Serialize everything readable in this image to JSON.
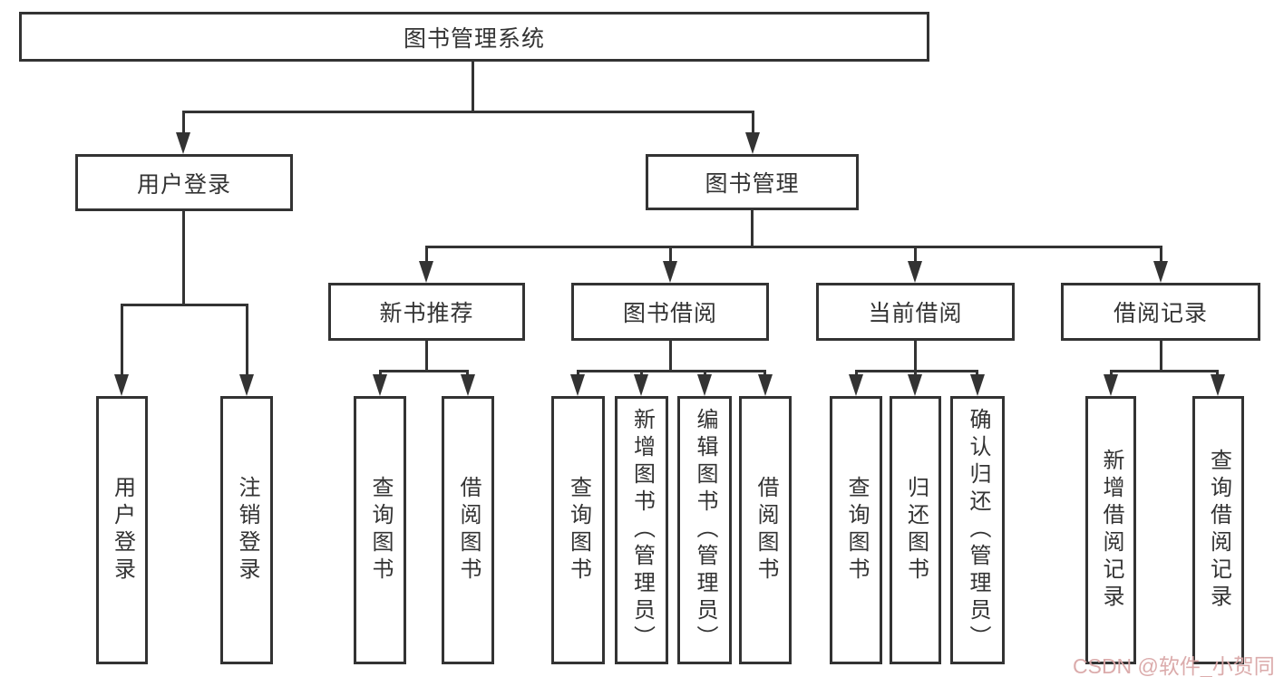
{
  "tree": {
    "root": {
      "label": "图书管理系统"
    },
    "branches": [
      {
        "label": "用户登录",
        "children": [
          {
            "label": "用户登录"
          },
          {
            "label": "注销登录"
          }
        ]
      },
      {
        "label": "图书管理",
        "children": [
          {
            "label": "新书推荐",
            "children": [
              {
                "label": "查询图书"
              },
              {
                "label": "借阅图书"
              }
            ]
          },
          {
            "label": "图书借阅",
            "children": [
              {
                "label": "查询图书"
              },
              {
                "label": "新增图书（管理员）"
              },
              {
                "label": "编辑图书（管理员）"
              },
              {
                "label": "借阅图书"
              }
            ]
          },
          {
            "label": "当前借阅",
            "children": [
              {
                "label": "查询图书"
              },
              {
                "label": "归还图书"
              },
              {
                "label": "确认归还（管理员）"
              }
            ]
          },
          {
            "label": "借阅记录",
            "children": [
              {
                "label": "新增借阅记录"
              },
              {
                "label": "查询借阅记录"
              }
            ]
          }
        ]
      }
    ]
  },
  "watermark": {
    "text": "CSDN @软件_小贺同学"
  },
  "colors": {
    "line": "#333333",
    "text": "#333333",
    "background": "#ffffff",
    "watermark": "#d9a7a7"
  }
}
